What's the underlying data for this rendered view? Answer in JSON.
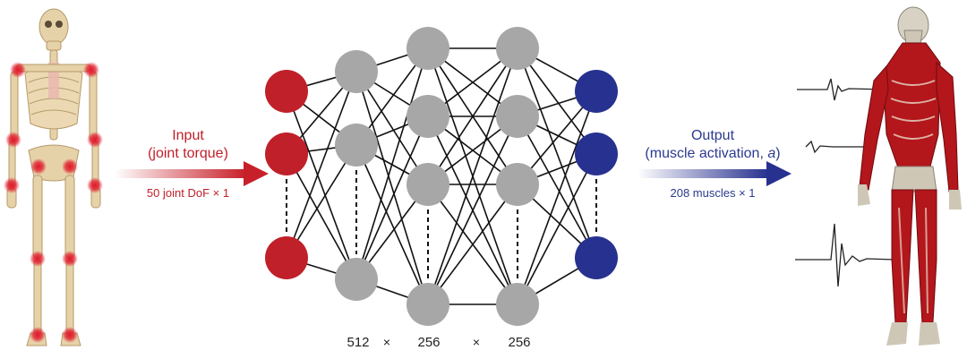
{
  "input": {
    "title_line1": "Input",
    "title_line2": "(joint torque)",
    "subtitle": "50 joint DoF × 1"
  },
  "output": {
    "title_line1": "Output",
    "title_line2_prefix": "(muscle activation, ",
    "title_line2_var": "a",
    "title_line2_suffix": ")",
    "subtitle": "208 muscles × 1"
  },
  "hidden_layers": {
    "sizes": [
      "512",
      "256",
      "256"
    ],
    "times_symbol": "×"
  },
  "colors": {
    "input_node": "#c0202a",
    "hidden_node": "#a7a7a7",
    "output_node": "#27318f",
    "input_arrow": "#c8202a",
    "output_arrow": "#27318f",
    "bone": "#e6d2a8",
    "muscle": "#b3161b",
    "joint_marker": "#d81c2c"
  },
  "icons": {
    "left_figure": "skeleton-with-joint-markers",
    "right_figure": "musculoskeletal-model",
    "signal": "emg-waveform"
  }
}
